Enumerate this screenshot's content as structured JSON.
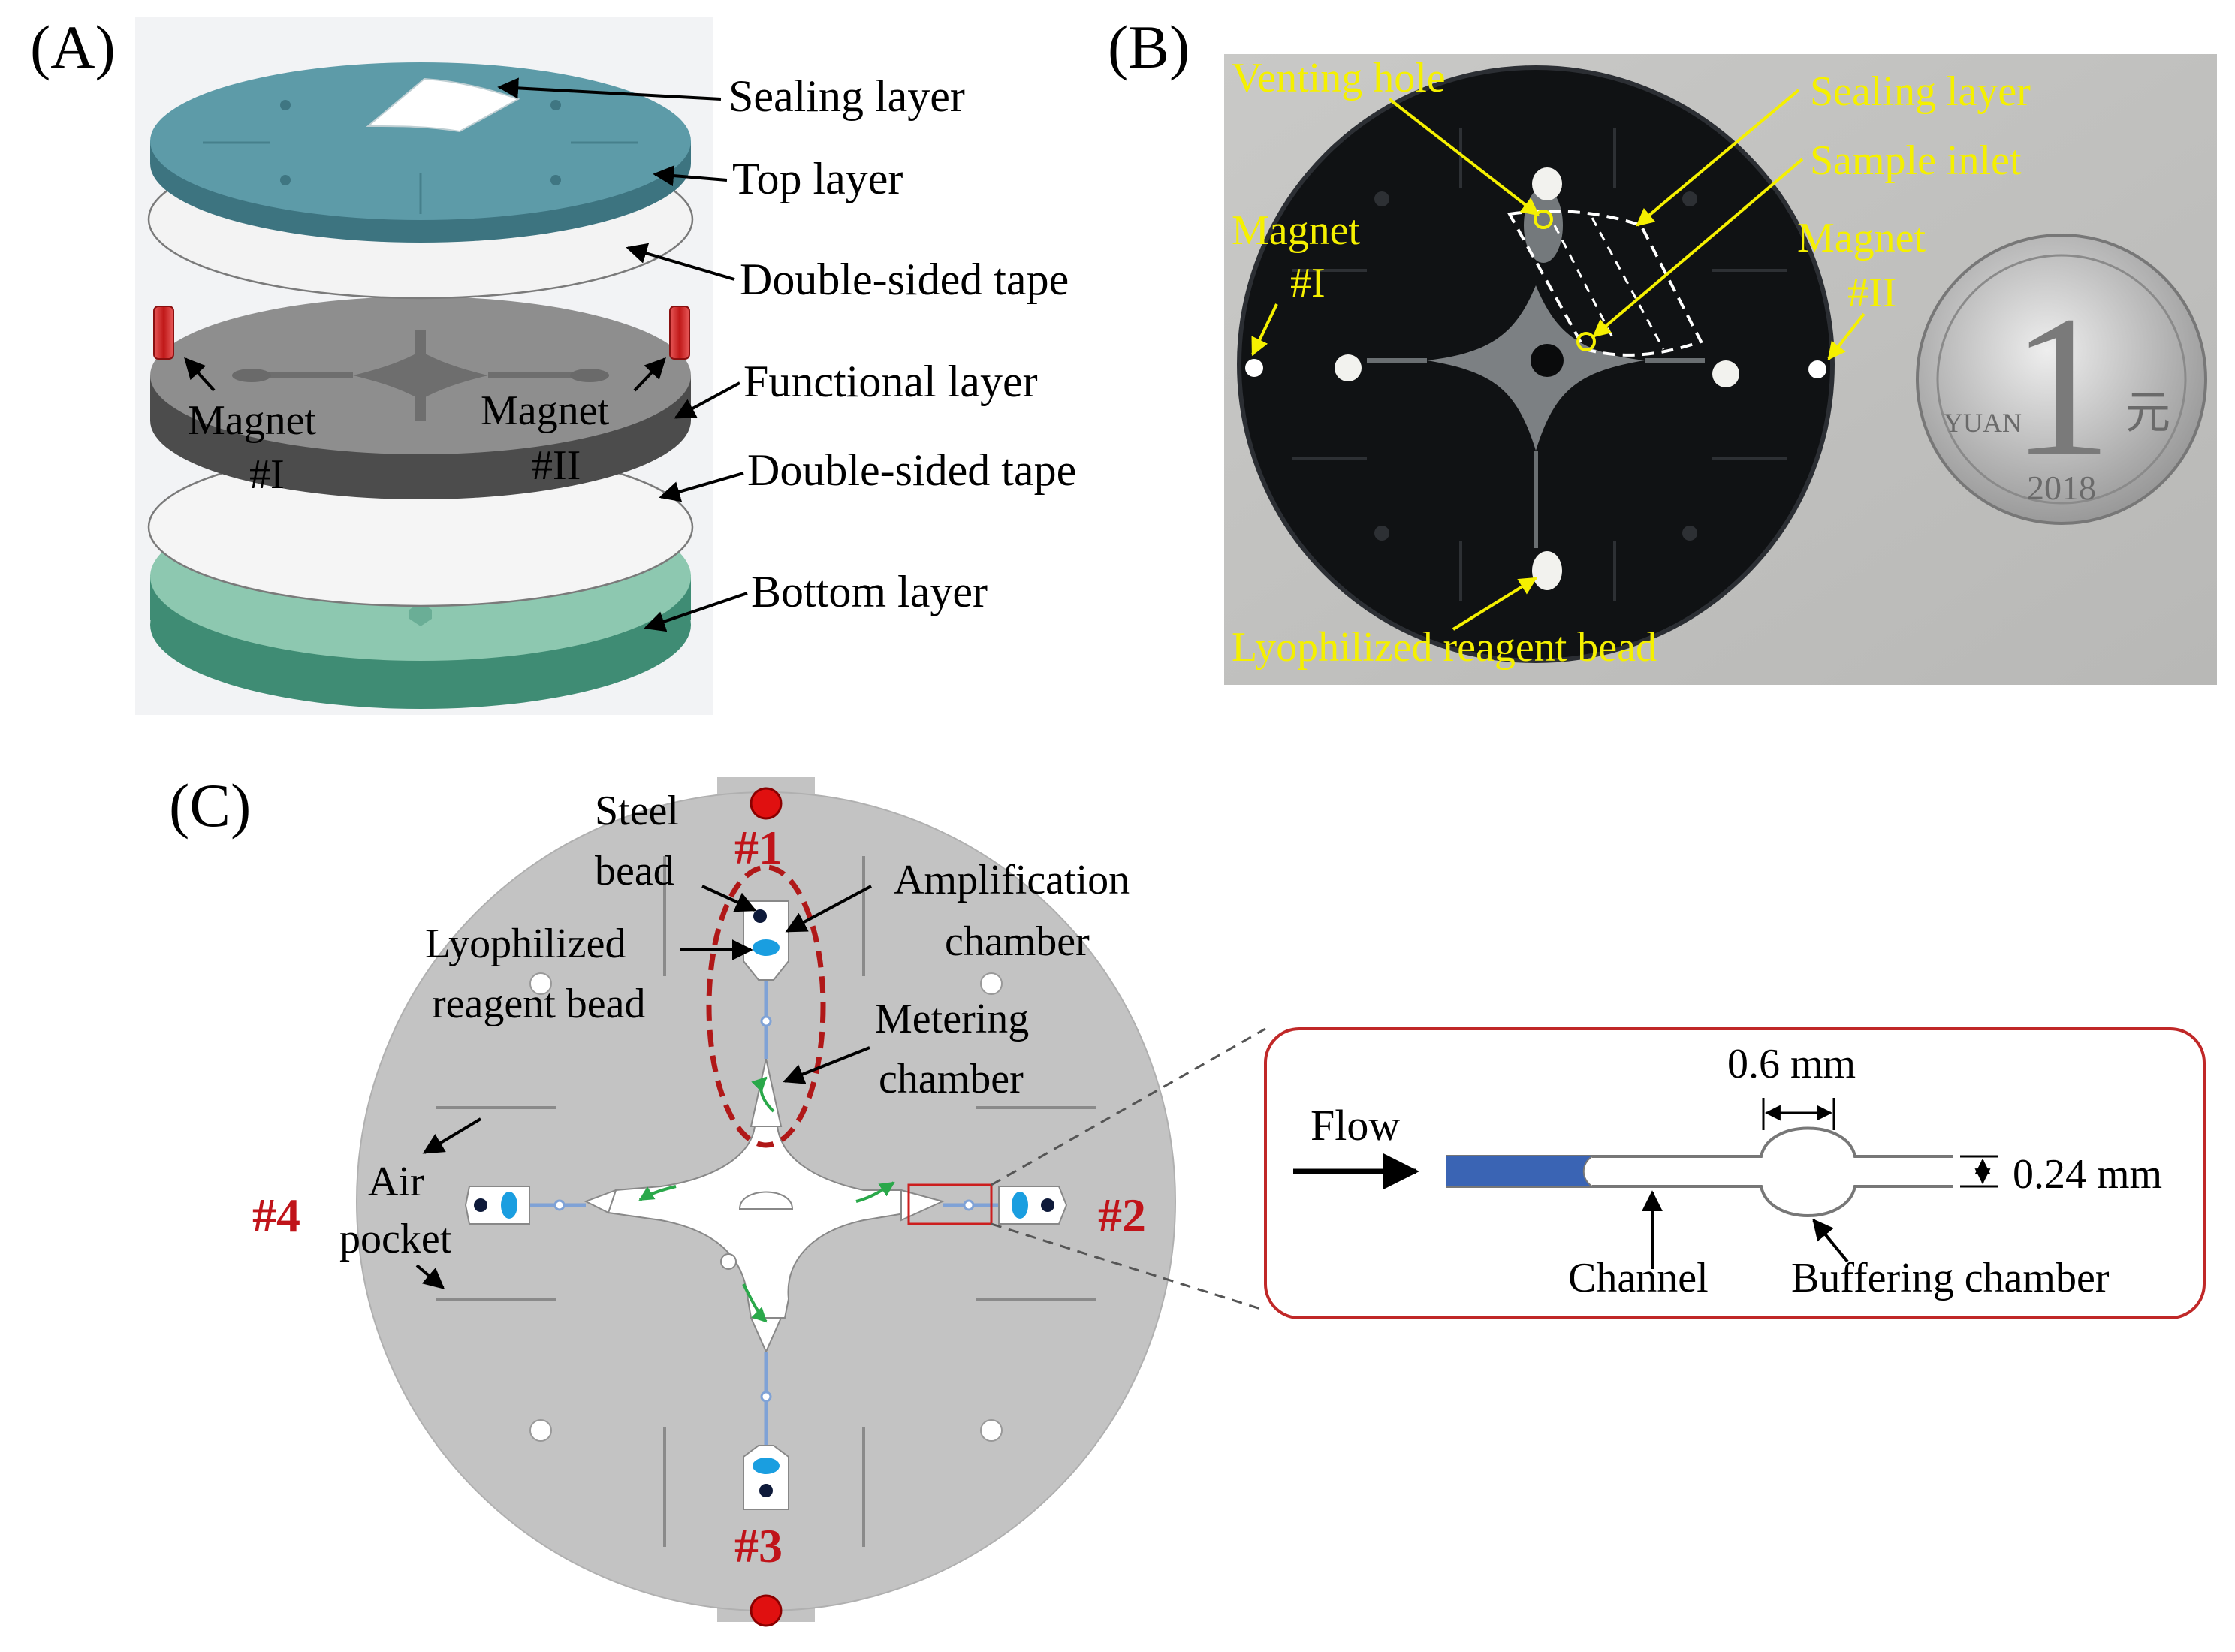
{
  "panel_a": {
    "tag": "(A)",
    "labels": {
      "sealing": "Sealing layer",
      "top": "Top layer",
      "tape1": "Double-sided tape",
      "functional": "Functional layer",
      "tape2": "Double-sided tape",
      "bottom": "Bottom layer",
      "magnet1_line1": "Magnet",
      "magnet1_line2": "#I",
      "magnet2_line1": "Magnet",
      "magnet2_line2": "#II"
    },
    "colors": {
      "top": "#5d9ba8",
      "functional": "#7b7b7b",
      "bottom": "#5fa08c",
      "magnet": "#d42a2a"
    }
  },
  "panel_b": {
    "tag": "(B)",
    "labels": {
      "venting": "Venting hole",
      "sealing": "Sealing layer",
      "sample": "Sample inlet",
      "magnet1_line1": "Magnet",
      "magnet1_line2": "#I",
      "magnet2_line1": "Magnet",
      "magnet2_line2": "#II",
      "lyo": "Lyophilized reagent bead"
    },
    "coin": {
      "value": "1",
      "chars": "元",
      "year": "2018",
      "latin": "YUAN"
    },
    "colors": {
      "label": "#f5f000",
      "disc": "#101214"
    }
  },
  "panel_c": {
    "tag": "(C)",
    "units": {
      "u1": "#1",
      "u2": "#2",
      "u3": "#3",
      "u4": "#4"
    },
    "labels": {
      "steel_line1": "Steel",
      "steel_line2": "bead",
      "lyo_line1": "Lyophilized",
      "lyo_line2": "reagent bead",
      "amp_line1": "Amplification",
      "amp_line2": "chamber",
      "met_line1": "Metering",
      "met_line2": "chamber",
      "air_line1": "Air",
      "air_line2": "pocket"
    },
    "inset": {
      "flow": "Flow",
      "dim_width": "0.6 mm",
      "dim_height": "0.24 mm",
      "channel": "Channel",
      "buffer": "Buffering chamber"
    },
    "colors": {
      "disc": "#c3c3c3",
      "unit_label": "#c0141a",
      "reagent": "#1a9ee0",
      "fluid": "#3a64b4",
      "flow_arrow": "#2aa84a"
    }
  }
}
